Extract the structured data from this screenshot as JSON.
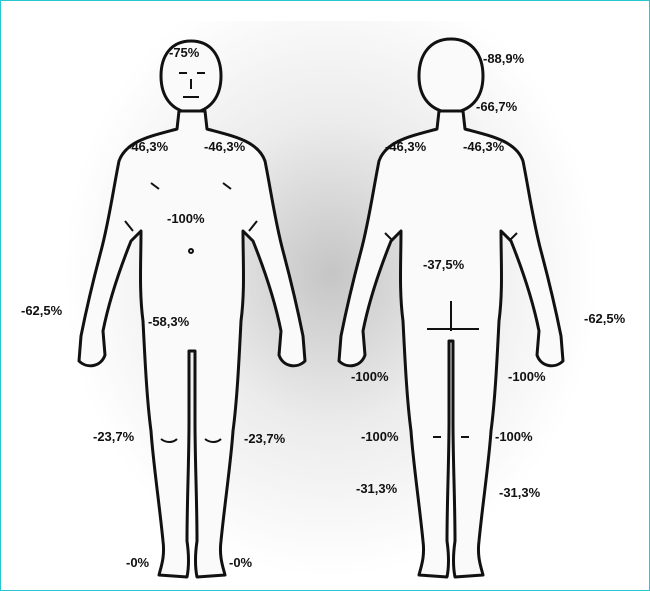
{
  "front": {
    "head": "-75%",
    "shoulder_right": "-46,3%",
    "shoulder_left": "-46,3%",
    "chest": "-100%",
    "hand": "-62,5%",
    "pelvis": "-58,3%",
    "knee_right": "-23,7%",
    "knee_left": "-23,7%",
    "foot_right": "-0%",
    "foot_left": "-0%"
  },
  "back": {
    "head": "-88,9%",
    "neck": "-66,7%",
    "shoulder_left": "-46,3%",
    "shoulder_right": "-46,3%",
    "lower_back": "-37,5%",
    "hand": "-62,5%",
    "thigh_left": "-100%",
    "thigh_right": "-100%",
    "knee_left": "-100%",
    "knee_right": "-100%",
    "calf_left": "-31,3%",
    "calf_right": "-31,3%"
  }
}
